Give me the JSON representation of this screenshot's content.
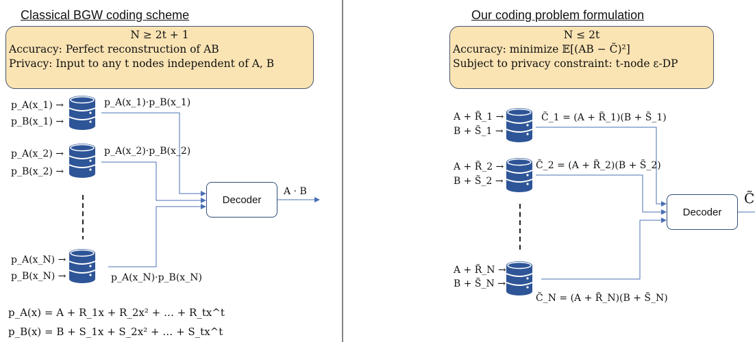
{
  "left": {
    "title": "Classical BGW coding scheme",
    "box": {
      "line1": "N ≥ 2t + 1",
      "line2": "Accuracy: Perfect reconstruction of AB",
      "line3": "Privacy: Input to any t nodes independent of A, B"
    },
    "nodes": [
      {
        "in1": "p_A(x_1) →",
        "in2": "p_B(x_1) →",
        "out": "p_A(x_1)·p_B(x_1)"
      },
      {
        "in1": "p_A(x_2) →",
        "in2": "p_B(x_2) →",
        "out": "p_A(x_2)·p_B(x_2)"
      },
      {
        "in1": "p_A(x_N) →",
        "in2": "p_B(x_N) →",
        "out": "p_A(x_N)·p_B(x_N)"
      }
    ],
    "decoder": "Decoder",
    "output": "A · B",
    "eq1": "p_A(x) = A + R_1x + R_2x² + … + R_tx^t",
    "eq2": "p_B(x) = B + S_1x + S_2x² + … + S_tx^t"
  },
  "right": {
    "title": "Our coding problem formulation",
    "box": {
      "line1": "N ≤ 2t",
      "line2": "Accuracy: minimize 𝔼[(AB − C̃)²]",
      "line3": "Subject to privacy constraint: t-node ε-DP"
    },
    "nodes": [
      {
        "in1": "A + R̃_1 →",
        "in2": "B + S̃_1 →",
        "out": "C̃_1 = (A + R̃_1)(B + S̃_1)"
      },
      {
        "in1": "A + R̃_2 →",
        "in2": "B + S̃_2 →",
        "out": "C̃_2 = (A + R̃_2)(B + S̃_2)"
      },
      {
        "in1": "A + R̃_N →",
        "in2": "B + S̃_N →",
        "out": "C̃_N = (A + R̃_N)(B + S̃_N)"
      }
    ],
    "decoder": "Decoder",
    "output": "C̃"
  },
  "colors": {
    "box_fill": "#fbe4b4",
    "database": "#2e5597",
    "wire": "#4a6fb5"
  },
  "icons": [
    "database-icon"
  ]
}
